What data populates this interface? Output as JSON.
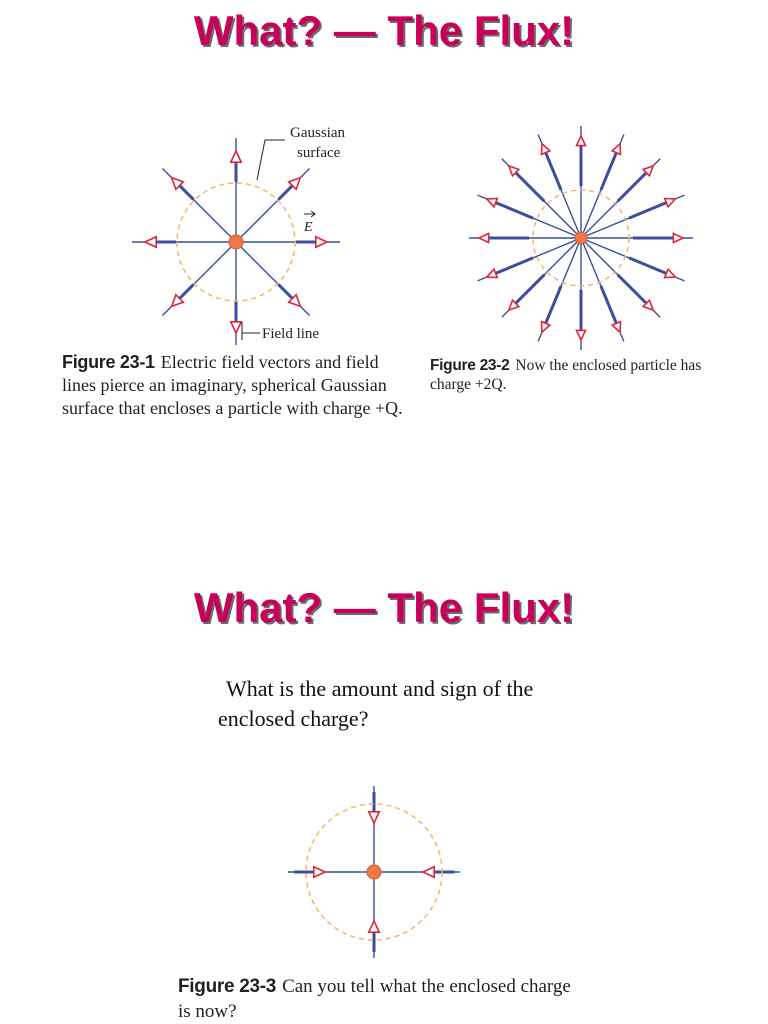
{
  "slides": [
    {
      "title": "What? — The Flux!",
      "figures": [
        {
          "number": "Figure 23-1",
          "caption": "Electric field vectors and field lines pierce an imaginary, spherical Gaussian surface that encloses a particle with charge +Q.",
          "labels": {
            "gaussian_line1": "Gaussian",
            "gaussian_line2": "surface",
            "field_vector": "E",
            "field_line": "Field line"
          },
          "line_count": 8,
          "arrow_direction": "outward"
        },
        {
          "number": "Figure 23-2",
          "caption": "Now the enclosed particle has charge +2Q.",
          "line_count": 16,
          "arrow_direction": "outward"
        }
      ]
    },
    {
      "title": "What? — The Flux!",
      "question": {
        "line1": "What is the amount and sign of the",
        "line2": "enclosed charge?"
      },
      "figures": [
        {
          "number": "Figure 23-3",
          "caption": "Can you tell what the enclosed charge is now?",
          "line_count": 4,
          "arrow_direction": "inward"
        }
      ]
    }
  ],
  "colors": {
    "title": "#c8005a",
    "title_shadow": "#6b6b6b",
    "field_line": "#3a4e9c",
    "arrow": "#e0243a",
    "gaussian_surface": "#f2b46e",
    "charge": "#f07848"
  }
}
